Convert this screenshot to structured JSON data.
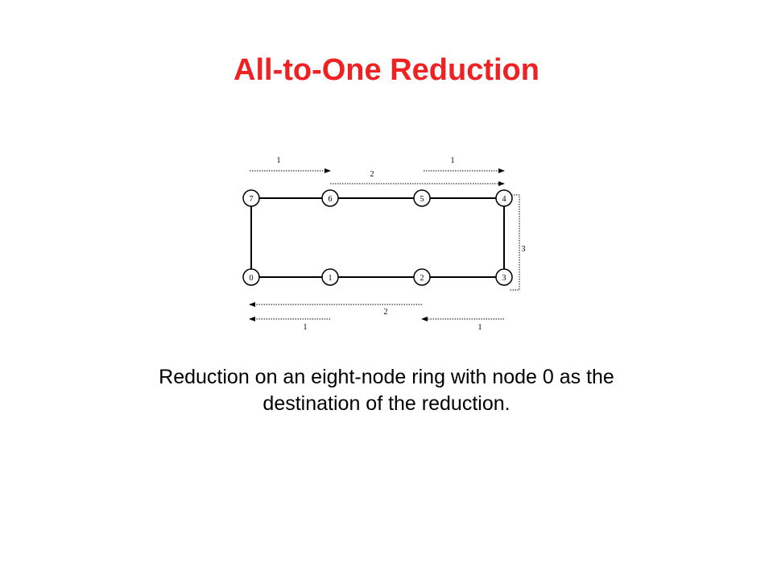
{
  "slide": {
    "title": "All-to-One Reduction",
    "caption": [
      "Reduction on an eight-node ring with node 0 as the",
      "destination of the reduction."
    ]
  },
  "diagram": {
    "nodes": [
      {
        "id": "n7",
        "label": "7",
        "row": "top",
        "col": 0
      },
      {
        "id": "n6",
        "label": "6",
        "row": "top",
        "col": 1
      },
      {
        "id": "n5",
        "label": "5",
        "row": "top",
        "col": 2
      },
      {
        "id": "n4",
        "label": "4",
        "row": "top",
        "col": 3
      },
      {
        "id": "n0",
        "label": "0",
        "row": "bottom",
        "col": 0
      },
      {
        "id": "n1",
        "label": "1",
        "row": "bottom",
        "col": 1
      },
      {
        "id": "n2",
        "label": "2",
        "row": "bottom",
        "col": 2
      },
      {
        "id": "n3",
        "label": "3",
        "row": "bottom",
        "col": 3
      }
    ],
    "step_labels": [
      {
        "id": "step-7-6",
        "label": "1"
      },
      {
        "id": "step-5-4",
        "label": "1"
      },
      {
        "id": "step-6-4",
        "label": "2"
      },
      {
        "id": "step-4-3",
        "label": "3"
      },
      {
        "id": "step-2-0",
        "label": "2"
      },
      {
        "id": "step-1-0",
        "label": "1"
      },
      {
        "id": "step-3-2",
        "label": "1"
      }
    ]
  }
}
